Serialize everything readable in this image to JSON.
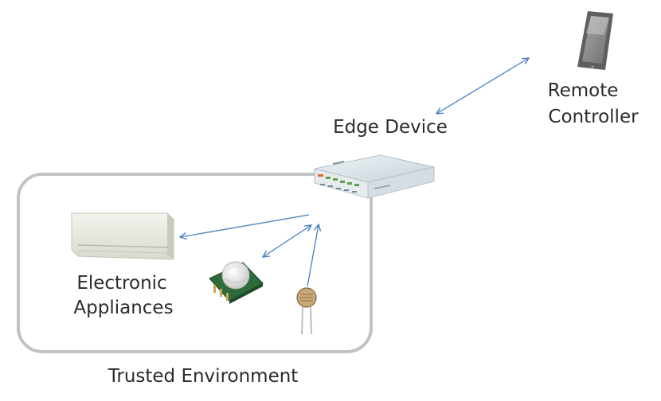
{
  "labels": {
    "remote_line1": "Remote",
    "remote_line2": "Controller",
    "edge": "Edge Device",
    "appliances_line1": "Electronic",
    "appliances_line2": "Appliances",
    "trusted": "Trusted Environment"
  },
  "icons": {
    "remote": "tablet-icon",
    "edge": "router-icon",
    "appliance": "air-conditioner-icon",
    "motion_sensor": "pir-motion-sensor-icon",
    "light_sensor": "photoresistor-icon"
  },
  "colors": {
    "arrow": "#4a7fc0",
    "boundary": "#c2c2c2",
    "text": "#2b2b2b"
  }
}
